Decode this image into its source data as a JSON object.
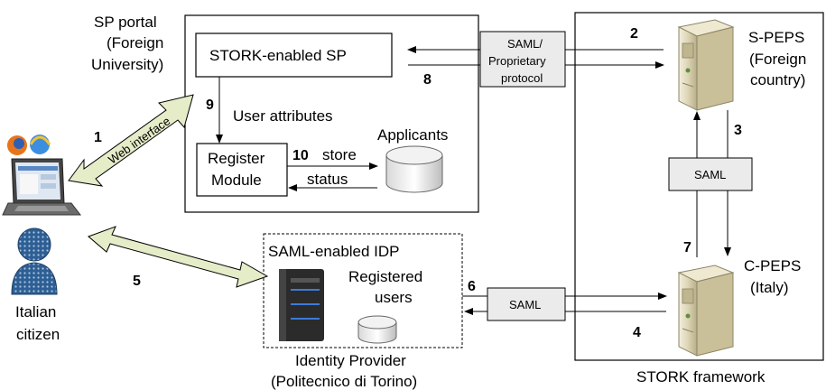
{
  "labels": {
    "sp_portal_line1": "SP portal",
    "sp_portal_line2": "(Foreign",
    "sp_portal_line3": "University)",
    "stork_sp": "STORK-enabled SP",
    "user_attributes": "User attributes",
    "register_line1": "Register",
    "register_line2": "Module",
    "store": "store",
    "status": "status",
    "applicants": "Applicants",
    "saml_proprietary_line1": "SAML/",
    "saml_proprietary_line2": "Proprietary",
    "saml_proprietary_line3": "protocol",
    "speps_line1": "S-PEPS",
    "speps_line2": "(Foreign",
    "speps_line3": "country)",
    "saml_vertical": "SAML",
    "cpeps_line1": "C-PEPS",
    "cpeps_line2": "(Italy)",
    "stork_framework": "STORK framework",
    "saml_idp": "SAML-enabled IDP",
    "registered_line1": "Registered",
    "registered_line2": "users",
    "saml_horizontal": "SAML",
    "idp_line1": "Identity Provider",
    "idp_line2": "(Politecnico di Torino)",
    "web_interface": "Web interface",
    "citizen_line1": "Italian",
    "citizen_line2": "citizen"
  },
  "steps": {
    "s1": "1",
    "s2": "2",
    "s3": "3",
    "s4": "4",
    "s5": "5",
    "s6": "6",
    "s7": "7",
    "s8": "8",
    "s9": "9",
    "s10": "10"
  },
  "colors": {
    "box_fill": "#ebebeb",
    "web_arrow_fill": "#e4ecc8",
    "citizen_blue": "#2e5f93",
    "server_beige": "#ddd5b5",
    "idp_dark": "#2b2b2b"
  },
  "icons": [
    "laptop-icon",
    "browser-icons",
    "citizen-icon",
    "server-icon",
    "database-icon"
  ]
}
